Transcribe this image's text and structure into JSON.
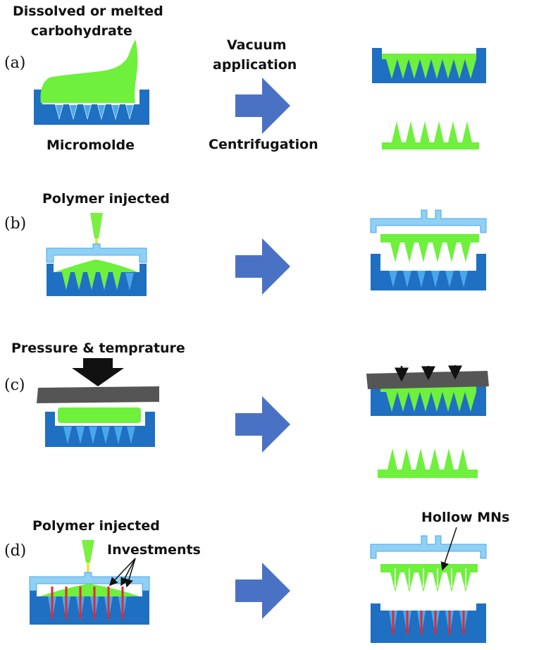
{
  "colors": {
    "mold_dark": "#1f6fc2",
    "mold_light": "#4aa8ea",
    "polymer": "#6ef03c",
    "lid": "#8fd0f4",
    "arrow": "#4a72c4",
    "nozzle": "#7af040",
    "press_plate": "#555555",
    "press_arrow": "#111111",
    "investment": "#e8262b"
  },
  "panels": {
    "a": {
      "label": "(a)",
      "top_text_1": "Dissolved or melted",
      "top_text_2": "carbohydrate",
      "bottom_text": "Micromolde",
      "arrow_top_1": "Vacuum",
      "arrow_top_2": "application",
      "arrow_bottom": "Centrifugation"
    },
    "b": {
      "label": "(b)",
      "top_text": "Polymer injected"
    },
    "c": {
      "label": "(c)",
      "top_text": "Pressure & temprature"
    },
    "d": {
      "label": "(d)",
      "top_text": "Polymer injected",
      "investments": "Investments",
      "hollow": "Hollow MNs"
    }
  }
}
